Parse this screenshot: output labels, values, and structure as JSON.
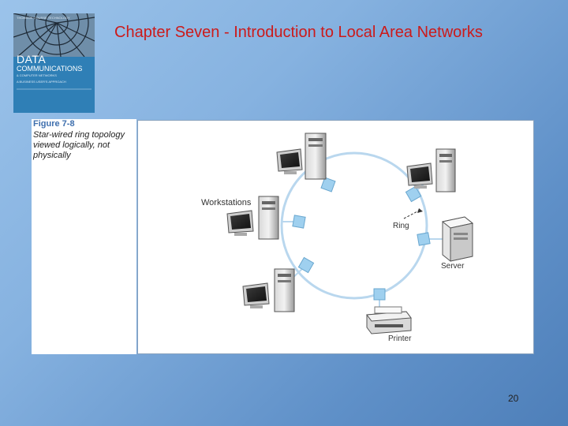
{
  "slide": {
    "title": "Chapter Seven - Introduction to Local Area Networks",
    "page_number": "20"
  },
  "book_cover": {
    "title": "DATA",
    "subtitle": "COMMUNICATIONS",
    "subtitle2": "& COMPUTER NETWORKS",
    "small_text": "A BUSINESS USER'S APPROACH",
    "publisher": "THOMSON COURSE TECHNOLOGY",
    "colors": {
      "background": "#2f7fb6",
      "text": "#ffffff"
    }
  },
  "figure": {
    "label": "Figure 7-8",
    "caption": "Star-wired ring topology viewed logically, not physically",
    "labels": {
      "workstations": "Workstations",
      "ring": "Ring",
      "server": "Server",
      "printer": "Printer"
    },
    "colors": {
      "ring": "#b9d7ee",
      "node": "#9fd0ef",
      "label_blue": "#3e6fae"
    }
  }
}
